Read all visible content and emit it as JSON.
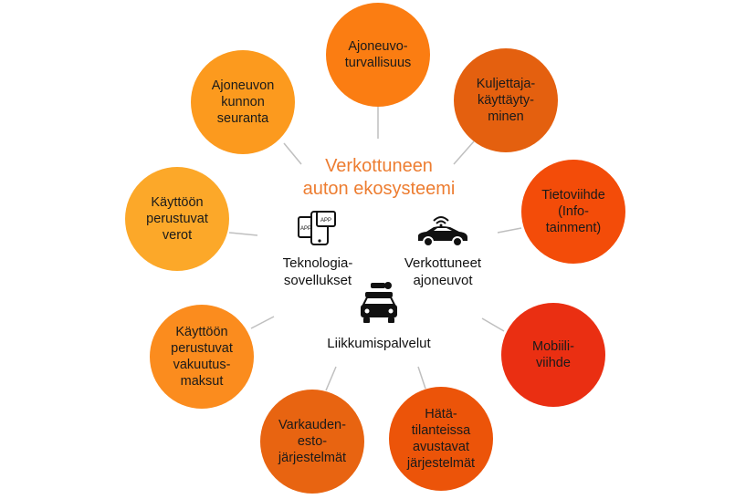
{
  "center": {
    "title": "Verkottuneen\nauton ekosysteemi",
    "tech_label": "Teknologia-\nsovellukset",
    "vehicles_label": "Verkottuneet\najoneuvot",
    "mobility_label": "Liikkumispalvelut"
  },
  "icons": {
    "apps": "app-phone-icon",
    "app_text": "APP",
    "vehicle": "connected-car-icon",
    "mobility": "car-key-icon"
  },
  "nodes": [
    {
      "label": "Ajoneuvo-\nturvallisuus",
      "color": "#fb7d12"
    },
    {
      "label": "Kuljettaja-\nkäyttäyty-\nminen",
      "color": "#e4600f"
    },
    {
      "label": "Tietoviihde\n(Info-\ntainment)",
      "color": "#f34c09"
    },
    {
      "label": "Mobiili-\nviihde",
      "color": "#ea2f12"
    },
    {
      "label": "Hätä-\ntilanteissa\navustavat\njärjestelmät",
      "color": "#ec5409"
    },
    {
      "label": "Varkauden-\nesto-\njärjestelmät",
      "color": "#e86411"
    },
    {
      "label": "Käyttöön\nperustuvat\nvakuutus-\nmaksut",
      "color": "#fb8c1e"
    },
    {
      "label": "Käyttöön\nperustuvat\nverot",
      "color": "#fca829"
    },
    {
      "label": "Ajoneuvon\nkunnon\nseuranta",
      "color": "#fc9a1e"
    }
  ],
  "colors": {
    "title": "#ed7d31",
    "connector": "#bfbfbf",
    "icon": "#111111"
  }
}
